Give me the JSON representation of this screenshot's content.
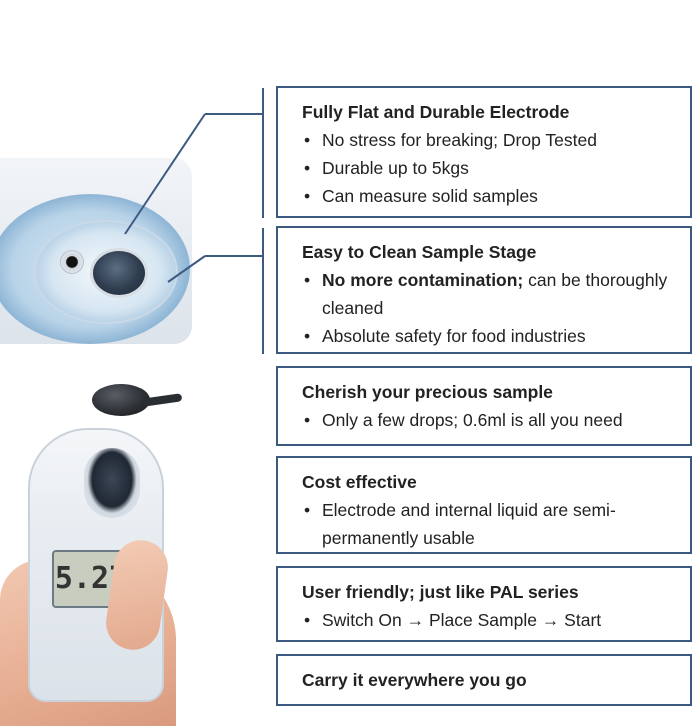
{
  "meter": {
    "reading": "5.27"
  },
  "features": [
    {
      "title": "Fully Flat and Durable Electrode",
      "bullets": [
        {
          "text": "No stress for breaking; Drop Tested"
        },
        {
          "text": "Durable up to 5kgs"
        },
        {
          "text": "Can measure solid samples"
        }
      ]
    },
    {
      "title": "Easy to Clean Sample Stage",
      "bullets": [
        {
          "bold": "No more contamination;",
          "text": " can be thoroughly cleaned"
        },
        {
          "text": "Absolute safety for food industries"
        }
      ]
    },
    {
      "title": "Cherish your precious sample",
      "bullets": [
        {
          "text": "Only a few drops; 0.6ml is all you need"
        }
      ]
    },
    {
      "title": "Cost effective",
      "bullets": [
        {
          "text": "Electrode and internal liquid are semi-permanently usable"
        }
      ]
    },
    {
      "title": "User friendly; just like PAL series",
      "bullets": [
        {
          "text": "Switch On → Place Sample → Start"
        }
      ]
    },
    {
      "title": "Carry it everywhere you go",
      "bullets": []
    }
  ],
  "colors": {
    "box_border": "#3d5a80",
    "text": "#222222"
  }
}
